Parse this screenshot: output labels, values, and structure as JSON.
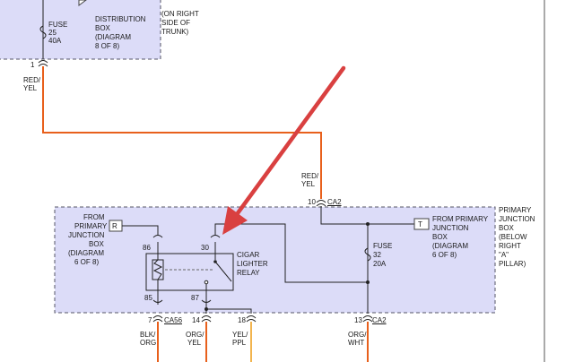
{
  "colors": {
    "box_fill": "#dcdcf8",
    "box_border": "#555566",
    "wire_orange": "#e8601c",
    "wire_light_orange": "#f2b44e",
    "wire_black": "#222222",
    "arrow_red": "#d94040"
  },
  "top_box": {
    "fuse_label": "FUSE",
    "fuse_num": "25",
    "fuse_amp": "40A",
    "dist_lines": [
      "DISTRIBUTION",
      "BOX",
      "(DIAGRAM",
      "8 OF 8)"
    ],
    "trunk_lines": [
      "(ON RIGHT",
      "SIDE OF",
      "TRUNK)"
    ],
    "pin": "1",
    "wire_color_lines": [
      "RED/",
      "YEL"
    ]
  },
  "ca2_input": {
    "wire_color_lines": [
      "RED/",
      "YEL"
    ],
    "pin": "10",
    "connector": "CA2"
  },
  "junction": {
    "left_source_lines": [
      "FROM",
      "PRIMARY",
      "JUNCTION",
      "BOX",
      "(DIAGRAM",
      "6 OF 8)"
    ],
    "left_tag": "R",
    "right_tag": "T",
    "right_source_lines": [
      "FROM PRIMARY",
      "JUNCTION",
      "BOX",
      "(DIAGRAM",
      "6 OF 8)"
    ],
    "side_label_lines": [
      "PRIMARY",
      "JUNCTION",
      "BOX",
      "(BELOW",
      "RIGHT",
      "\"A\"",
      "PILLAR)"
    ],
    "fuse_label": "FUSE",
    "fuse_num": "32",
    "fuse_amp": "20A",
    "relay_pin_86": "86",
    "relay_pin_30": "30",
    "relay_pin_85": "85",
    "relay_pin_87": "87",
    "relay_label_lines": [
      "CIGAR",
      "LIGHTER",
      "RELAY"
    ]
  },
  "outputs": [
    {
      "pin": "7",
      "connector": "CA56",
      "wire_lines": [
        "BLK/",
        "ORG"
      ]
    },
    {
      "pin": "14",
      "connector": "",
      "wire_lines": [
        "ORG/",
        "YEL"
      ]
    },
    {
      "pin": "18",
      "connector": "",
      "wire_lines": [
        "YEL/",
        "PPL"
      ]
    },
    {
      "pin": "13",
      "connector": "CA2",
      "wire_lines": [
        "ORG/",
        "WHT"
      ]
    }
  ]
}
